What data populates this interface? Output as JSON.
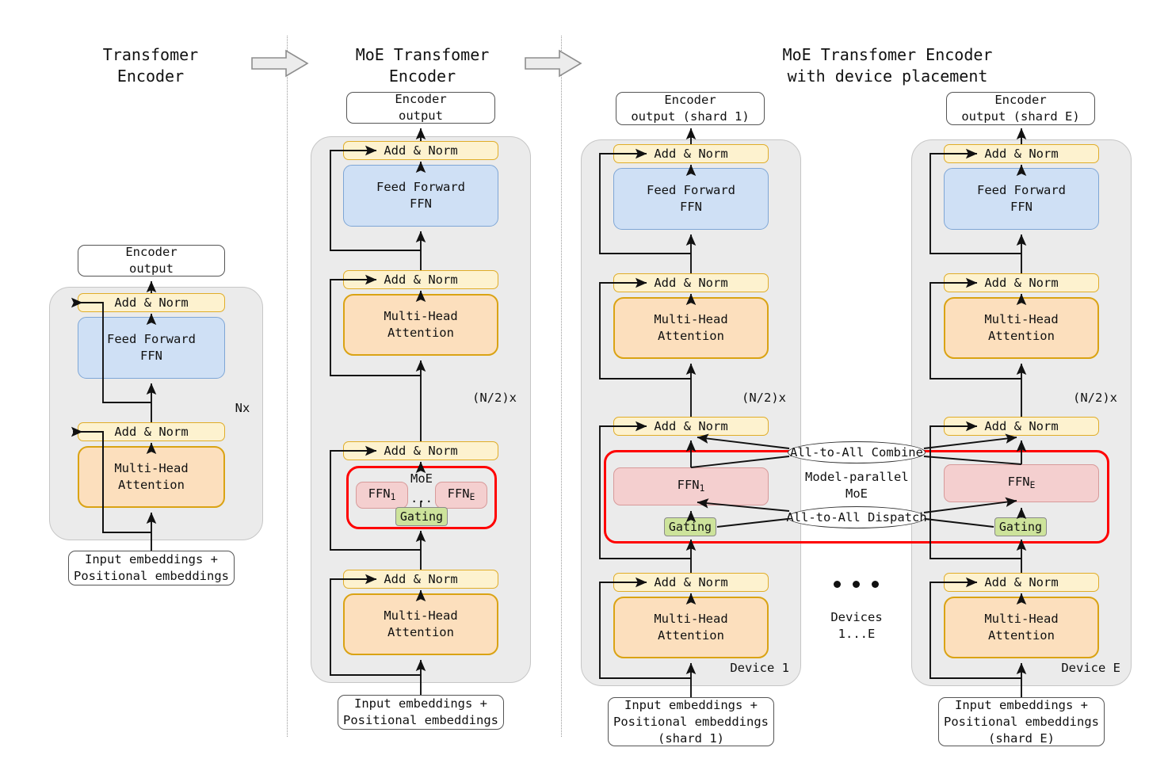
{
  "figure": {
    "title": "MoE Transformer encoder with device placement",
    "flow_arrow_icon": "right-block-arrow"
  },
  "columns": [
    {
      "id": "transformer",
      "title": "Transfomer\nEncoder"
    },
    {
      "id": "moe",
      "title": "MoE Transfomer\nEncoder"
    },
    {
      "id": "device",
      "title": "MoE Transfomer Encoder\nwith device placement"
    }
  ],
  "labels": {
    "encoder_output": "Encoder\noutput",
    "encoder_output_shard1": "Encoder\noutput (shard 1)",
    "encoder_output_shardE": "Encoder\noutput (shard E)",
    "input_embeddings": "Input embeddings +\nPositional embeddings",
    "input_embeddings_shard1": "Input embeddings +\nPositional embeddings\n(shard 1)",
    "input_embeddings_shardE": "Input embeddings +\nPositional embeddings\n(shard E)",
    "add_norm": "Add & Norm",
    "feed_forward": "Feed Forward\nFFN",
    "multi_head": "Multi-Head\nAttention",
    "moe": "MoE",
    "ffn_1": "FFN₁",
    "ffn_E": "FFN_E",
    "ellipsis_dots": "...",
    "gating": "Gating",
    "nx": "Nx",
    "half_nx": "(N/2)x",
    "model_parallel_moe": "Model-parallel\nMoE",
    "all_to_all_combine": "All-to-All Combine",
    "all_to_all_dispatch": "All-to-All Dispatch",
    "devices_1_E": "Devices\n1...E",
    "device_1": "Device 1",
    "device_E": "Device E"
  },
  "colors": {
    "add_norm_fill": "#fdf2cf",
    "add_norm_border": "#e0ad28",
    "ffn_fill": "#cfe0f5",
    "ffn_border": "#7ea6d6",
    "mha_fill": "#fcdfbd",
    "mha_border": "#daa314",
    "expert_fill": "#f4cfcf",
    "expert_border": "#d79a9a",
    "gating_fill": "#cde39b",
    "gating_border": "#8a8a8a",
    "container_fill": "#ebebeb",
    "container_border": "#c6c6c6",
    "moe_outline": "#ff0000",
    "arrow_stroke": "#111111",
    "divider": "#9a9a9a",
    "background": "#ffffff"
  }
}
